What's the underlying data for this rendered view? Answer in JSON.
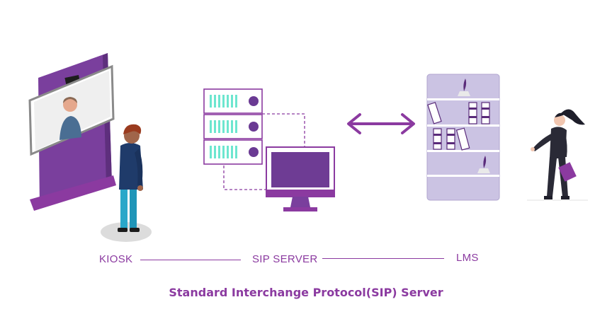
{
  "labels": {
    "kiosk": "KIOSK",
    "sip_server": "SIP SERVER",
    "lms": "LMS"
  },
  "caption": "Standard Interchange Protocol(SIP) Server",
  "colors": {
    "accent": "#8b3aa0",
    "kiosk_body": "#7a3f9d",
    "server_dot": "#6a3a93",
    "screen": "#6e3c94",
    "shelf": "#cbc3e3",
    "arrow": "#8b3aa0"
  },
  "icons": [
    "kiosk-icon",
    "person-icon",
    "server-rack-icon",
    "monitor-icon",
    "bidirectional-arrow-icon",
    "bookshelf-icon",
    "reader-woman-icon"
  ]
}
